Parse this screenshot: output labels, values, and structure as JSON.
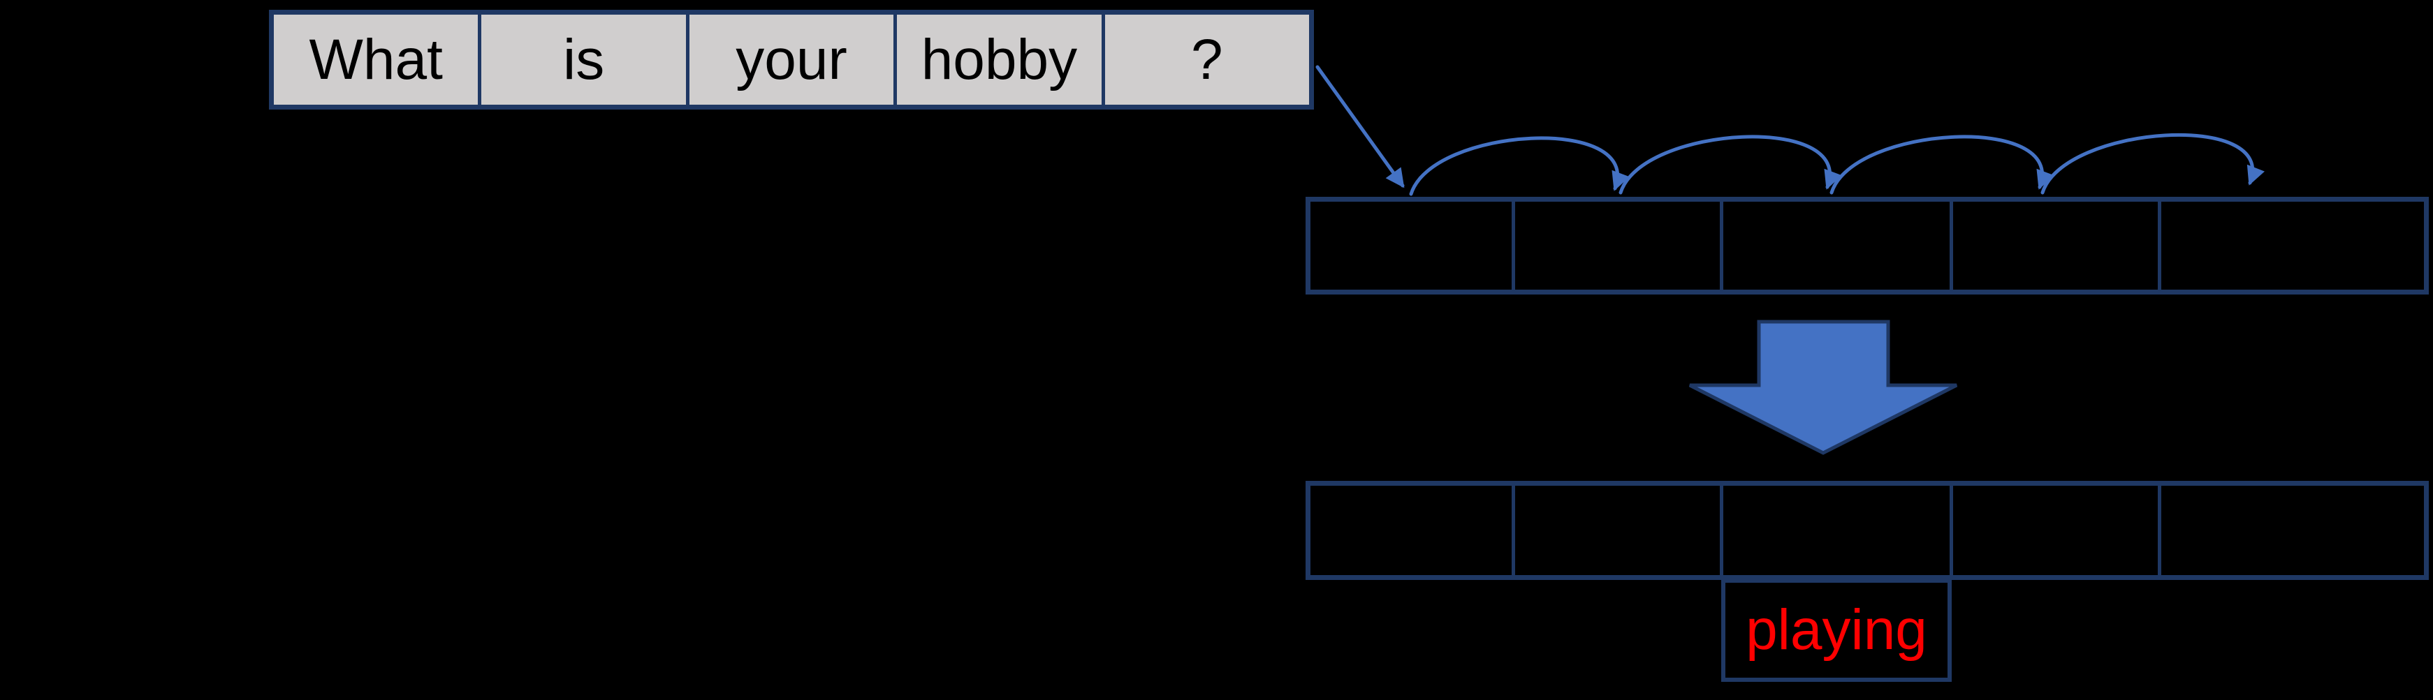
{
  "sentence": {
    "tokens": [
      "What",
      "is",
      "your",
      "hobby",
      "?"
    ]
  },
  "sequence_rows": {
    "top_cell_count": 5,
    "bottom_cell_count": 5
  },
  "prediction": {
    "word": "playing"
  },
  "icons": {
    "input_arrow": "diagonal-arrow-icon",
    "hop_arcs": "hop-arc-icon",
    "process_arrow": "down-block-arrow-icon"
  },
  "colors": {
    "background": "#000000",
    "border_navy": "#1F3864",
    "token_fill": "#D0CECE",
    "token_text": "#000000",
    "arrow_blue": "#4472C4",
    "prediction_text": "#FF0000"
  }
}
